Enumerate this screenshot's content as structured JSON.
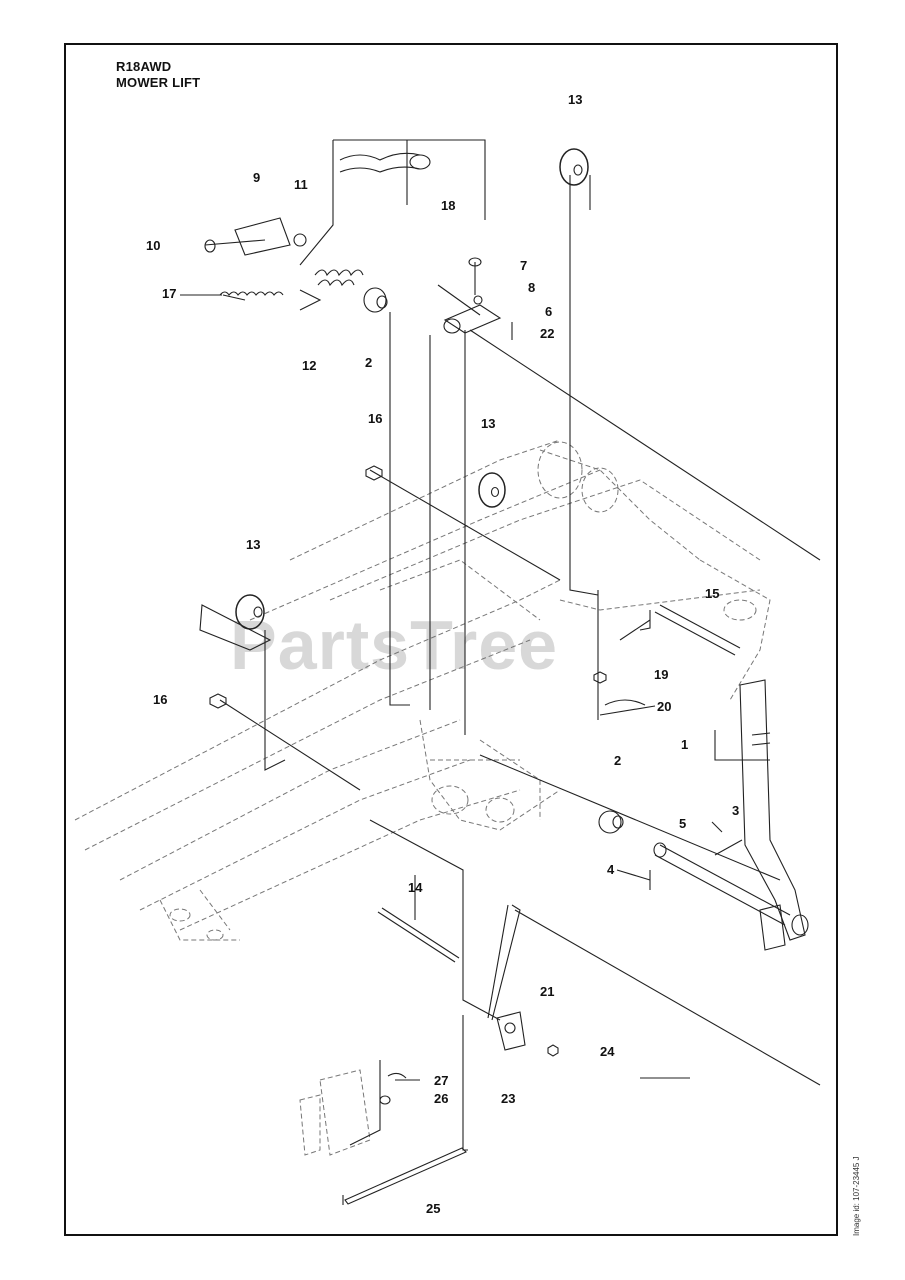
{
  "header": {
    "model": "R18AWD",
    "section": "MOWER LIFT"
  },
  "watermark": "PartsTree",
  "image_id_text": "Image id: 107-23445 J",
  "callouts": [
    {
      "id": "c1",
      "text": "1"
    },
    {
      "id": "c2a",
      "text": "2"
    },
    {
      "id": "c2b",
      "text": "2"
    },
    {
      "id": "c3",
      "text": "3"
    },
    {
      "id": "c4",
      "text": "4"
    },
    {
      "id": "c5",
      "text": "5"
    },
    {
      "id": "c6",
      "text": "6"
    },
    {
      "id": "c7",
      "text": "7"
    },
    {
      "id": "c8",
      "text": "8"
    },
    {
      "id": "c9",
      "text": "9"
    },
    {
      "id": "c10",
      "text": "10"
    },
    {
      "id": "c11",
      "text": "11"
    },
    {
      "id": "c12",
      "text": "12"
    },
    {
      "id": "c13a",
      "text": "13"
    },
    {
      "id": "c13b",
      "text": "13"
    },
    {
      "id": "c13c",
      "text": "13"
    },
    {
      "id": "c14",
      "text": "14"
    },
    {
      "id": "c15",
      "text": "15"
    },
    {
      "id": "c16a",
      "text": "16"
    },
    {
      "id": "c16b",
      "text": "16"
    },
    {
      "id": "c17",
      "text": "17"
    },
    {
      "id": "c18",
      "text": "18"
    },
    {
      "id": "c19",
      "text": "19"
    },
    {
      "id": "c20",
      "text": "20"
    },
    {
      "id": "c21",
      "text": "21"
    },
    {
      "id": "c22",
      "text": "22"
    },
    {
      "id": "c23",
      "text": "23"
    },
    {
      "id": "c24",
      "text": "24"
    },
    {
      "id": "c25",
      "text": "25"
    },
    {
      "id": "c26",
      "text": "26"
    },
    {
      "id": "c27",
      "text": "27"
    }
  ]
}
